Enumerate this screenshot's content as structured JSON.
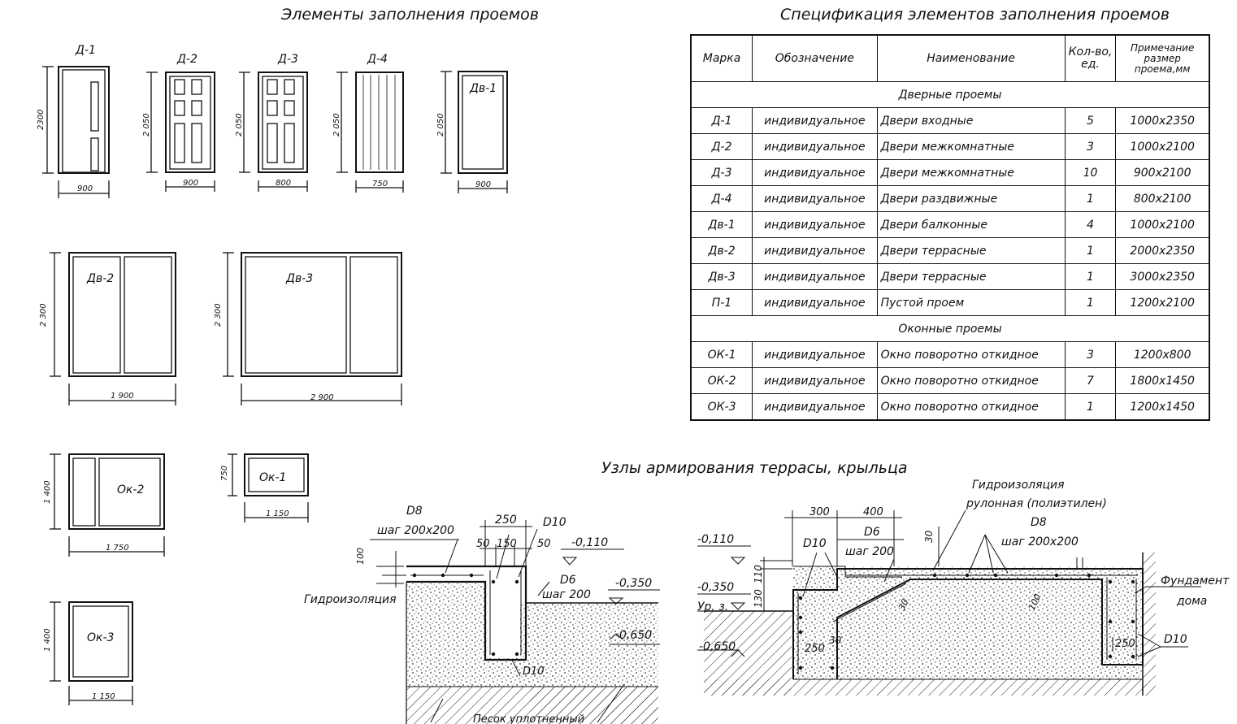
{
  "titles": {
    "elements": "Элементы заполнения проемов",
    "spec": "Спецификация элементов заполнения проемов",
    "nodes": "Узлы армирования террасы, крыльца"
  },
  "spec_table": {
    "headers": [
      "Марка",
      "Обозначение",
      "Наименование",
      "Кол-во, ед.",
      "Примечание размер проема,мм"
    ],
    "header_qty": [
      "Кол-во,",
      "ед."
    ],
    "header_note": [
      "Примечание",
      "размер",
      "проема,мм"
    ],
    "section_doors": "Дверные проемы",
    "section_windows": "Оконные проемы",
    "door_rows": [
      {
        "mark": "Д-1",
        "designation": "индивидуальное",
        "name": "Двери входные",
        "qty": "5",
        "size": "1000х2350"
      },
      {
        "mark": "Д-2",
        "designation": "индивидуальное",
        "name": "Двери межкомнатные",
        "qty": "3",
        "size": "1000х2100"
      },
      {
        "mark": "Д-3",
        "designation": "индивидуальное",
        "name": "Двери межкомнатные",
        "qty": "10",
        "size": "900х2100"
      },
      {
        "mark": "Д-4",
        "designation": "индивидуальное",
        "name": "Двери раздвижные",
        "qty": "1",
        "size": "800х2100"
      },
      {
        "mark": "Дв-1",
        "designation": "индивидуальное",
        "name": "Двери балконные",
        "qty": "4",
        "size": "1000х2100"
      },
      {
        "mark": "Дв-2",
        "designation": "индивидуальное",
        "name": "Двери террасные",
        "qty": "1",
        "size": "2000х2350"
      },
      {
        "mark": "Дв-3",
        "designation": "индивидуальное",
        "name": "Двери террасные",
        "qty": "1",
        "size": "3000х2350"
      },
      {
        "mark": "П-1",
        "designation": "индивидуальное",
        "name": "Пустой проем",
        "qty": "1",
        "size": "1200х2100"
      }
    ],
    "window_rows": [
      {
        "mark": "ОК-1",
        "designation": "индивидуальное",
        "name": "Окно поворотно откидное",
        "qty": "3",
        "size": "1200х800"
      },
      {
        "mark": "ОК-2",
        "designation": "индивидуальное",
        "name": "Окно поворотно откидное",
        "qty": "7",
        "size": "1800х1450"
      },
      {
        "mark": "ОК-3",
        "designation": "индивидуальное",
        "name": "Окно поворотно откидное",
        "qty": "1",
        "size": "1200х1450"
      }
    ]
  },
  "elements": {
    "d1": {
      "label": "Д-1",
      "height": "2300",
      "width": "900"
    },
    "d2": {
      "label": "Д-2",
      "height": "2 050",
      "width": "900"
    },
    "d3": {
      "label": "Д-3",
      "height": "2 050",
      "width": "800"
    },
    "d4": {
      "label": "Д-4",
      "height": "2 050",
      "width": "750"
    },
    "dv1": {
      "label": "Дв-1",
      "height": "2 050",
      "width": "900"
    },
    "dv2": {
      "label": "Дв-2",
      "height": "2 300",
      "width": "1 900"
    },
    "dv3": {
      "label": "Дв-3",
      "height": "2 300",
      "width": "2 900"
    },
    "ok2": {
      "label": "Ок-2",
      "height": "1 400",
      "width": "1 750"
    },
    "ok1": {
      "label": "Ок-1",
      "height": "750",
      "width": "1 150"
    },
    "ok3": {
      "label": "Ок-3",
      "height": "1 400",
      "width": "1 150"
    }
  },
  "node_left": {
    "d8": "D8",
    "mesh": "шаг 200х200",
    "dim_250": "250",
    "d10_top": "D10",
    "dims_small": [
      "50",
      "150",
      "50"
    ],
    "level_0110": "-0,110",
    "dim_100": "100",
    "d6": "D6",
    "d6_step": "шаг 200",
    "level_0350": "-0,350",
    "waterproof": "Гидроизоляция",
    "level_0650": "-0,650",
    "d10_bottom": "D10",
    "sand": "Песок уплотненный"
  },
  "node_right": {
    "dim_300": "300",
    "dim_400": "400",
    "waterproof_1": "Гидроизоляция",
    "waterproof_2": "рулонная (полиэтилен)",
    "d8": "D8",
    "mesh": "шаг 200х200",
    "level_0110": "-0,110",
    "d10": "D10",
    "d6": "D6",
    "d6_step": "шаг 200",
    "dim_30": "30",
    "level_0350": "-0,350",
    "dims_vert": [
      "130",
      "110"
    ],
    "ground": "Ур. з.",
    "level_0650": "-0,650",
    "dim_250_a": "250",
    "dim_30_b": "30",
    "dim_30_c": "30",
    "dim_100": "100",
    "dim_250_b": "250",
    "foundation_1": "Фундамент",
    "foundation_2": "дома",
    "d10_right": "D10"
  }
}
